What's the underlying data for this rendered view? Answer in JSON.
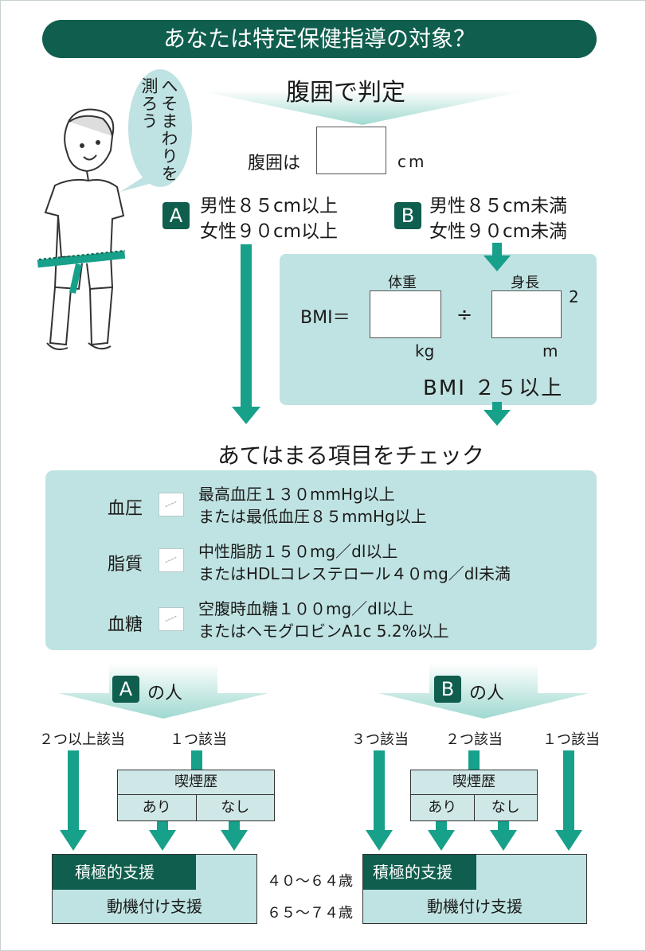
{
  "title": "あなたは特定保健指導の対象？",
  "speech": {
    "col1": "へそまわりを",
    "col2": "測ろう"
  },
  "waist_section": {
    "heading": "腹囲で判定",
    "label": "腹囲は",
    "unit": "cm"
  },
  "branch_a": {
    "badge": "A",
    "line1": "男性８５cm以上",
    "line2": "女性９０cm以上"
  },
  "branch_b": {
    "badge": "B",
    "line1": "男性８５cm未満",
    "line2": "女性９０cm未満"
  },
  "bmi": {
    "label": "BMI＝",
    "weight_label": "体重",
    "height_label": "身長",
    "divide": "÷",
    "weight_unit": "kg",
    "height_unit": "m",
    "exponent": "2",
    "threshold": "BMI ２５以上"
  },
  "check": {
    "heading": "あてはまる項目をチェック",
    "items": [
      {
        "name": "血圧",
        "line1": "最高血圧１３０mmHg以上",
        "line2": "または最低血圧８５mmHg以上"
      },
      {
        "name": "脂質",
        "line1": "中性脂肪１５０mg／dl以上",
        "line2": "またはHDLコレステロール４０mg／dl未満"
      },
      {
        "name": "血糖",
        "line1": "空腹時血糖１００mg／dl以上",
        "line2": "またはヘモグロビンA1c 5.2%以上"
      }
    ]
  },
  "person_a": {
    "badge": "A",
    "suffix": "の人",
    "cond1": "２つ以上該当",
    "cond2": "１つ該当",
    "smoking": {
      "header": "喫煙歴",
      "yes": "あり",
      "no": "なし"
    },
    "active": "積極的支援",
    "motivation": "動機付け支援"
  },
  "person_b": {
    "badge": "B",
    "suffix": "の人",
    "cond1": "３つ該当",
    "cond2": "２つ該当",
    "cond3": "１つ該当",
    "smoking": {
      "header": "喫煙歴",
      "yes": "あり",
      "no": "なし"
    },
    "active": "積極的支援",
    "motivation": "動機付け支援"
  },
  "age_labels": {
    "age1": "４０～６４歳",
    "age2": "６５～７４歳"
  },
  "colors": {
    "dark_green": "#0f5e4e",
    "arrow_teal": "#17a08a",
    "panel": "#bfe3e2"
  }
}
